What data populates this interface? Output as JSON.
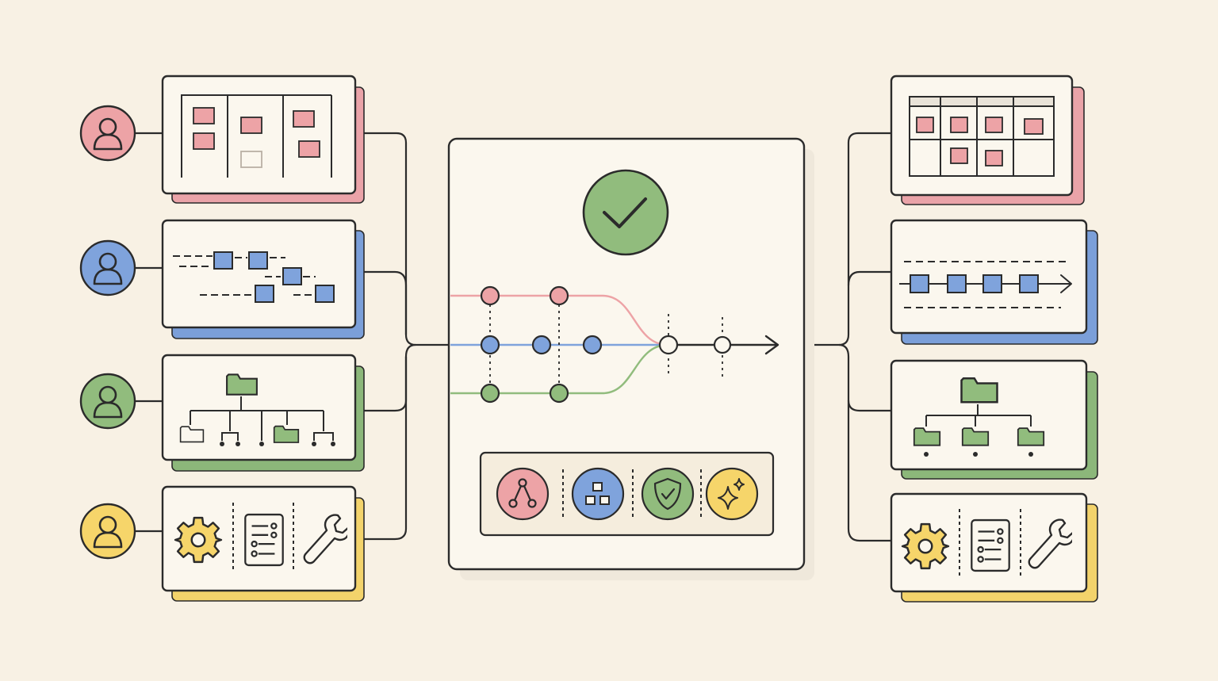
{
  "colors": {
    "background": "#f8f1e4",
    "card": "#fbf7ee",
    "ink": "#2b2b2b",
    "red": "#eda3a6",
    "red_shadow": "#eaa3a8",
    "blue": "#7fa3dc",
    "blue_shadow": "#7b9fd9",
    "green": "#91bc7d",
    "green_shadow": "#8cb77a",
    "yellow": "#f6d56a",
    "yellow_shadow": "#f3d36b",
    "grey_header": "#e9e3d8"
  },
  "users": [
    {
      "icon": "user-icon",
      "color": "red"
    },
    {
      "icon": "user-icon",
      "color": "blue"
    },
    {
      "icon": "user-icon",
      "color": "green"
    },
    {
      "icon": "user-icon",
      "color": "yellow"
    }
  ],
  "input_cards": [
    {
      "kind": "kanban-board",
      "color": "red"
    },
    {
      "kind": "gantt-timeline",
      "color": "blue"
    },
    {
      "kind": "folder-tree",
      "color": "green"
    },
    {
      "kind": "settings-tools",
      "color": "yellow",
      "icons": [
        "gear-icon",
        "checklist-icon",
        "wrench-icon"
      ]
    }
  ],
  "central_hub": {
    "status_icon": "checkmark-icon",
    "merge_lanes": [
      "red",
      "blue",
      "green"
    ],
    "tools": [
      {
        "icon": "branch-icon",
        "color": "red"
      },
      {
        "icon": "blocks-icon",
        "color": "blue"
      },
      {
        "icon": "shield-check-icon",
        "color": "green"
      },
      {
        "icon": "sparkle-icon",
        "color": "yellow"
      }
    ]
  },
  "output_cards": [
    {
      "kind": "calendar-grid",
      "color": "red"
    },
    {
      "kind": "pipeline-flow",
      "color": "blue"
    },
    {
      "kind": "folder-tree",
      "color": "green"
    },
    {
      "kind": "settings-tools",
      "color": "yellow",
      "icons": [
        "gear-icon",
        "checklist-icon",
        "wrench-icon"
      ]
    }
  ]
}
